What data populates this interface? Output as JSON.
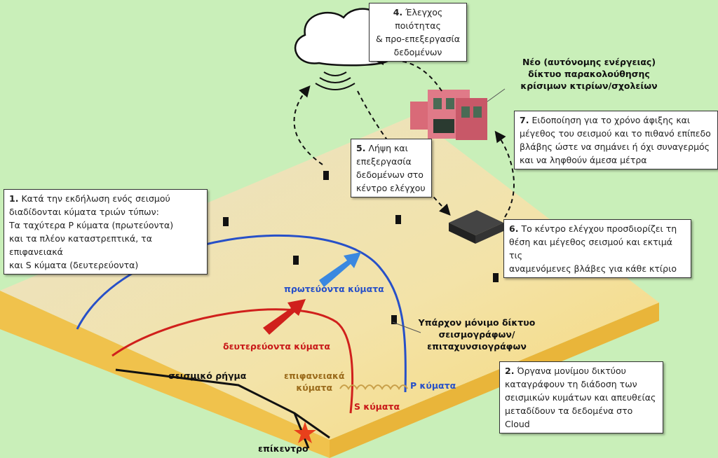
{
  "steps": {
    "s1": {
      "num": "1.",
      "lines": [
        "Κατά την εκδήλωση ενός σεισμού",
        "διαδίδονται κύματα τριών τύπων:",
        "Τα ταχύτερα P κύματα (πρωτεύοντα)",
        "και τα πλέον καταστρεπτικά, τα επιφανειακά",
        "και S κύματα (δευτερεύοντα)"
      ]
    },
    "s2": {
      "num": "2.",
      "lines": [
        "Όργανα μονίμου δικτύου",
        "καταγράφουν τη διάδοση των",
        "σεισμικών κυμάτων  και απευθείας",
        "μεταδίδουν τα δεδομένα στο Cloud"
      ]
    },
    "s4": {
      "num": "4.",
      "lines": [
        "Έλεγχος ποιότητας",
        "& προ-επεξεργασία",
        "δεδομένων"
      ]
    },
    "s5": {
      "num": "5.",
      "lines": [
        "Λήψη και",
        "επεξεργασία",
        "δεδομένων στο",
        "κέντρο ελέγχου"
      ]
    },
    "s6": {
      "num": "6.",
      "lines": [
        "Το κέντρο ελέγχου προσδιορίζει τη",
        "θέση και μέγεθος σεισμού και εκτιμά τις",
        "αναμενόμενες βλάβες για κάθε κτίριο"
      ]
    },
    "s7": {
      "num": "7.",
      "lines": [
        "Ειδοποίηση για το χρόνο άφιξης και",
        "μέγεθος του σεισμού και το πιθανό επίπεδο",
        "βλάβης ώστε να σημάνει ή όχι συναγερμός",
        "και να ληφθούν άμεσα μέτρα"
      ]
    }
  },
  "labels": {
    "new_network": [
      "Νέο (αυτόνομης ενέργειας)",
      "δίκτυο παρακολούθησης",
      "κρίσιμων κτιρίων/σχολείων"
    ],
    "existing_network": [
      "Υπάρχον μόνιμο δίκτυο",
      "σεισμογράφων/",
      "επιταχυνσιογράφων"
    ],
    "primary_waves": "πρωτεύοντα κύματα",
    "secondary_waves": "δευτερεύοντα κύματα",
    "surface_waves": [
      "επιφανειακά",
      "κύματα"
    ],
    "fault": "σεισμικό ρήγμα",
    "epicenter": "επίκεντρο",
    "s_waves": "S κύματα",
    "p_waves": "P κύματα"
  },
  "colors": {
    "background": "#c9efb9",
    "ground": "#f6dc7c",
    "p_wave": "#2750c8",
    "s_wave": "#d0201c",
    "surface": "#9a6a1a"
  }
}
